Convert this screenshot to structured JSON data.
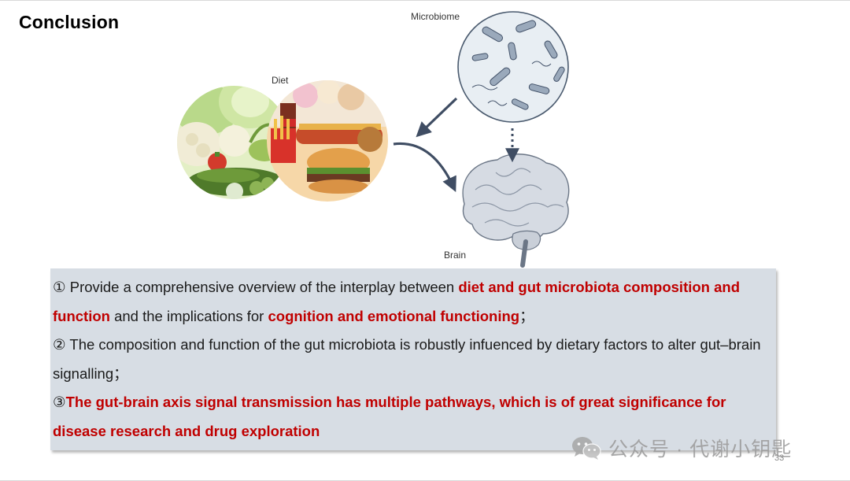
{
  "slide": {
    "title": "Conclusion",
    "page_number": "33"
  },
  "diagram": {
    "microbiome_label": "Microbiome",
    "diet_label": "Diet",
    "brain_label": "Brain"
  },
  "conclusions": {
    "p1": {
      "prefix": "① Provide a comprehensive overview of the interplay between ",
      "highlight1": "diet and gut microbiota composition and function",
      "middle": " and the implications for ",
      "highlight2": "cognition and emotional functioning",
      "suffix": "；"
    },
    "p2": {
      "text": "② The composition and function of the gut microbiota is robustly infuenced by dietary factors to alter gut–brain signalling；"
    },
    "p3": {
      "prefix": "③",
      "highlight": "The gut-brain axis signal transmission has multiple pathways, which is of great significance for disease research and drug exploration"
    }
  },
  "watermark": {
    "text": "公众号 · 代谢小钥匙",
    "icon": "wechat-icon"
  },
  "colors": {
    "highlight_red": "#c00000",
    "textbox_bg": "#d7dde4",
    "arrow": "#3f4d63"
  }
}
